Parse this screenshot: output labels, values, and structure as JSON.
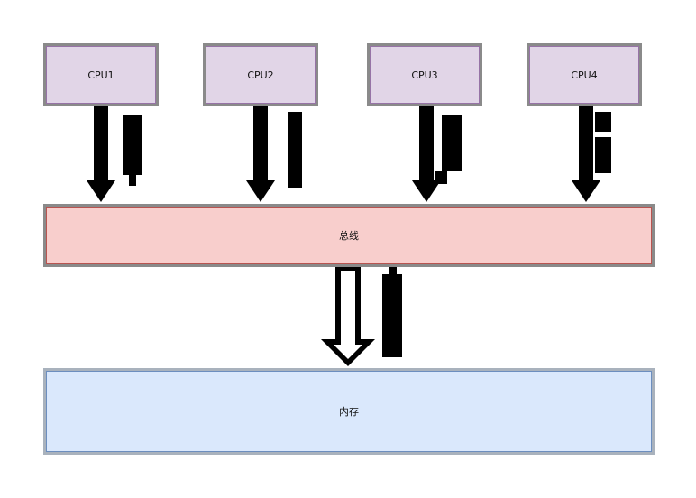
{
  "diagram": {
    "cpus": [
      {
        "label": "CPU1"
      },
      {
        "label": "CPU2"
      },
      {
        "label": "CPU3"
      },
      {
        "label": "CPU4"
      }
    ],
    "bus": {
      "label": "总线"
    },
    "memory": {
      "label": "内存"
    },
    "colors": {
      "cpu_fill": "#e1d5e7",
      "bus_fill": "#f8cecc",
      "memory_fill": "#dae8fc",
      "arrow": "#000000"
    }
  }
}
